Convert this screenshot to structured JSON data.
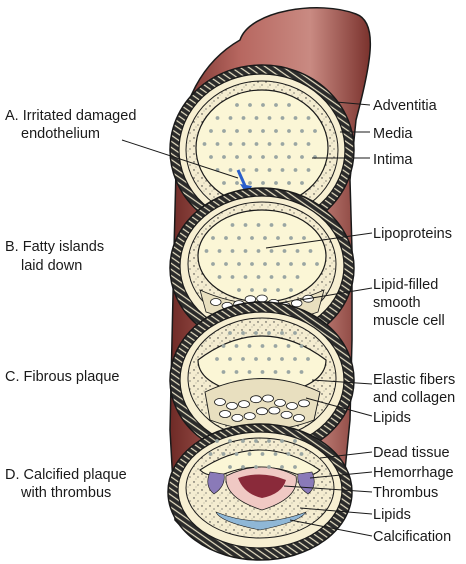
{
  "stages": [
    {
      "lines": [
        "A. Irritated damaged",
        "endothelium"
      ]
    },
    {
      "lines": [
        "B. Fatty islands",
        "laid down"
      ]
    },
    {
      "lines": [
        "C. Fibrous plaque"
      ]
    },
    {
      "lines": [
        "D. Calcified plaque",
        "with thrombus"
      ]
    }
  ],
  "labels": [
    {
      "lines": [
        "Adventitia"
      ]
    },
    {
      "lines": [
        "Media"
      ]
    },
    {
      "lines": [
        "Intima"
      ]
    },
    {
      "lines": [
        "Lipoproteins"
      ]
    },
    {
      "lines": [
        "Lipid-filled",
        "smooth",
        "muscle cell"
      ]
    },
    {
      "lines": [
        "Elastic fibers",
        "and collagen"
      ]
    },
    {
      "lines": [
        "Lipids"
      ]
    },
    {
      "lines": [
        "Dead tissue"
      ]
    },
    {
      "lines": [
        "Hemorrhage"
      ]
    },
    {
      "lines": [
        "Thrombus"
      ]
    },
    {
      "lines": [
        "Lipids"
      ]
    },
    {
      "lines": [
        "Calcification"
      ]
    }
  ],
  "colors": {
    "vessel_outer": "#b35f58",
    "vessel_dark": "#6e2a26",
    "lumen": "#fbf6d6",
    "wall": "#f1e7c4",
    "ink": "#1a1a1a",
    "particle": "#9aa6a3",
    "arrow": "#2a5fcc",
    "hemorrhage": "#b34c6a",
    "thrombus": "#8a2a3a",
    "calcification": "#8fb7d6",
    "purple": "#8a7ab8"
  }
}
